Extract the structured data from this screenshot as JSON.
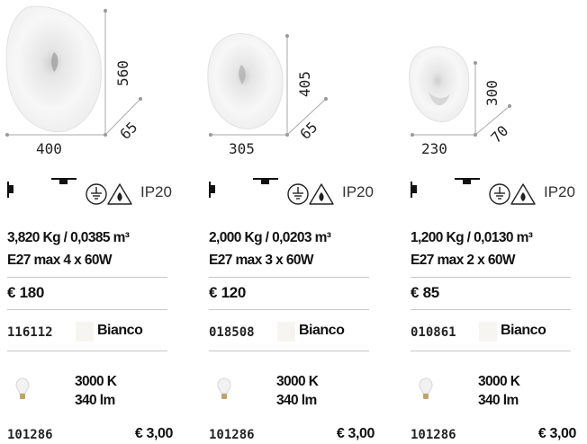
{
  "products": [
    {
      "width": "400",
      "height": "560",
      "depth": "65",
      "ip": "IP20",
      "weight": "3,820 Kg / 0,0385 m³",
      "bulbs": "E27 max 4 x 60W",
      "price": "€ 180",
      "code": "116112",
      "color": "Bianco",
      "bulb_temp": "3000 K",
      "bulb_lumen": "340 lm",
      "bulb_code": "101286",
      "bulb_price": "€ 3,00"
    },
    {
      "width": "305",
      "height": "405",
      "depth": "65",
      "ip": "IP20",
      "weight": "2,000 Kg / 0,0203 m³",
      "bulbs": "E27 max 3 x 60W",
      "price": "€ 120",
      "code": "018508",
      "color": "Bianco",
      "bulb_temp": "3000 K",
      "bulb_lumen": "340 lm",
      "bulb_code": "101286",
      "bulb_price": "€ 3,00"
    },
    {
      "width": "230",
      "height": "300",
      "depth": "70",
      "ip": "IP20",
      "weight": "1,200 Kg / 0,0130 m³",
      "bulbs": "E27 max 2 x 60W",
      "price": "€ 85",
      "code": "010861",
      "color": "Bianco",
      "bulb_temp": "3000 K",
      "bulb_lumen": "340 lm",
      "bulb_code": "101286",
      "bulb_price": "€ 3,00"
    }
  ]
}
